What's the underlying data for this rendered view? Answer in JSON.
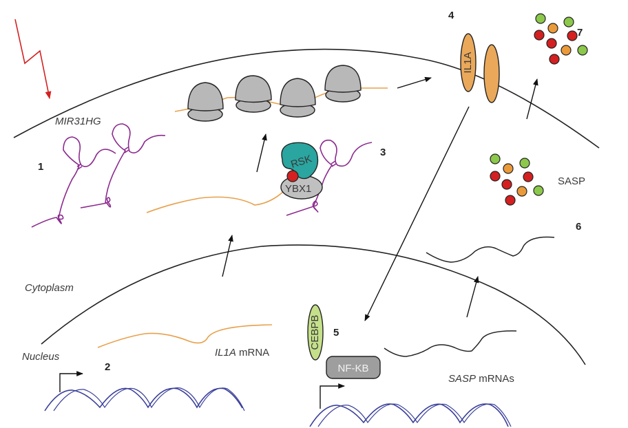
{
  "diagram": {
    "title": "MIR31HG / IL1A / SASP pathway",
    "compartments": {
      "cell_membrane_label": "MIR31HG",
      "cytoplasm_label": "Cytoplasm",
      "nucleus_label": "Nucleus"
    },
    "steps": [
      {
        "id": "1",
        "label": "1"
      },
      {
        "id": "2",
        "label": "2"
      },
      {
        "id": "3",
        "label": "3"
      },
      {
        "id": "4",
        "label": "4"
      },
      {
        "id": "5",
        "label": "5"
      },
      {
        "id": "6",
        "label": "6"
      },
      {
        "id": "7",
        "label": "7"
      }
    ],
    "proteins": {
      "rsk": "RSK",
      "ybx1": "YBX1",
      "il1a": "IL1A",
      "cebpb": "CEBPB",
      "nfkb": "NF-KB"
    },
    "transcripts": {
      "il1a_mrna_gene": "IL1A",
      "il1a_mrna_suffix": " mRNA",
      "sasp_mrna_gene": "SASP",
      "sasp_mrna_suffix": " mRNAs"
    },
    "secreted": {
      "sasp_label": "SASP"
    },
    "colors": {
      "lncrna": "#8b2a8e",
      "mrna": "#e8a04a",
      "ribosome": "#b8b8b8",
      "rsk": "#2aa5a0",
      "ybx1": "#c0c0c0",
      "phospho": "#d42020",
      "il1a": "#eaa85a",
      "cebpb": "#c5e08a",
      "nfkb": "#9e9e9e",
      "dna": "#3a3f9a",
      "stress": "#d42020",
      "sasp_red": "#d42020",
      "sasp_orange": "#eb9a3a",
      "sasp_green": "#8cc84b"
    }
  }
}
